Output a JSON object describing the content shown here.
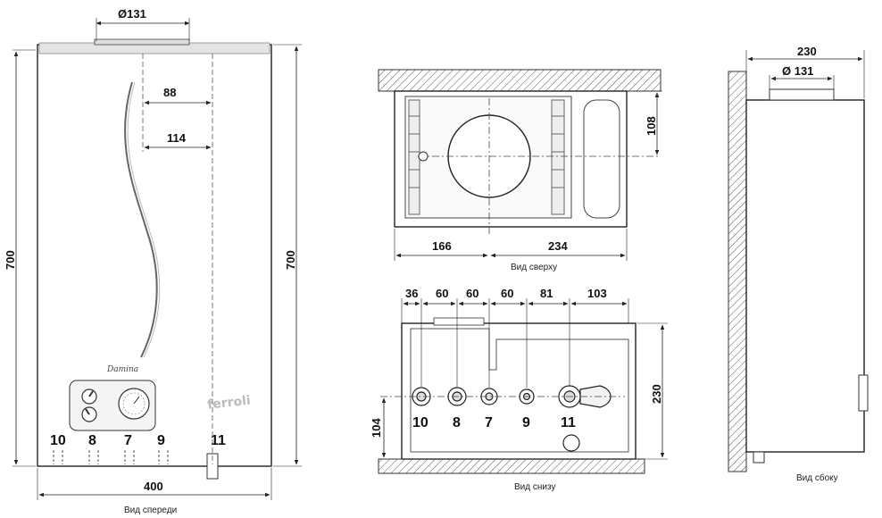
{
  "front_view": {
    "caption": "Вид спереди",
    "dim_flue": "Ø131",
    "dim_88": "88",
    "dim_114": "114",
    "dim_height_left": "700",
    "dim_height_right": "700",
    "dim_width": "400",
    "connections": [
      "10",
      "8",
      "7",
      "9",
      "11"
    ],
    "brand": "Damina",
    "logo": "ferroli"
  },
  "top_view": {
    "caption": "Вид сверху",
    "dim_108": "108",
    "dim_166": "166",
    "dim_234": "234"
  },
  "bottom_view": {
    "caption": "Вид снизу",
    "dims_top": [
      "36",
      "60",
      "60",
      "60",
      "81",
      "103"
    ],
    "dim_230": "230",
    "dim_104": "104",
    "connections": [
      "10",
      "8",
      "7",
      "9",
      "11"
    ]
  },
  "side_view": {
    "caption": "Вид сбоку",
    "dim_230": "230",
    "dim_flue": "Ø 131"
  }
}
